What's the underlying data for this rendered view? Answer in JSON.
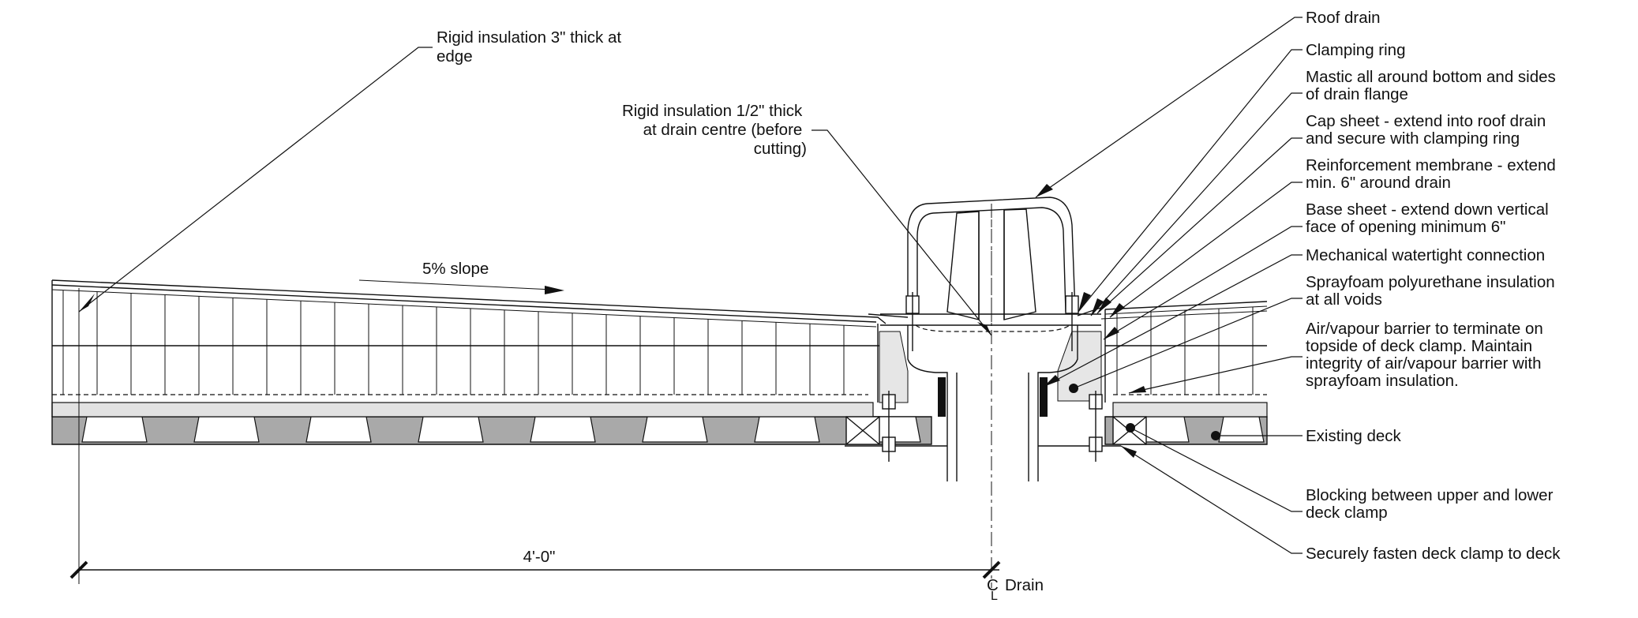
{
  "colors": {
    "ink": "#111111",
    "deck_fill": "#a9a9a9",
    "concrete_fill": "#e2e2e2",
    "foam_fill": "#e6e6e6",
    "background": "#ffffff"
  },
  "callouts_left": {
    "edge_insulation": [
      "Rigid insulation 3\" thick at",
      "edge"
    ],
    "centre_insulation": [
      "Rigid insulation 1/2\" thick",
      "at drain centre (before",
      "cutting)"
    ],
    "slope": "5% slope"
  },
  "callouts_right": [
    {
      "id": "roof-drain",
      "lines": [
        "Roof drain"
      ]
    },
    {
      "id": "clamping-ring",
      "lines": [
        "Clamping ring"
      ]
    },
    {
      "id": "mastic",
      "lines": [
        "Mastic all around bottom and sides",
        "of drain flange"
      ]
    },
    {
      "id": "cap-sheet",
      "lines": [
        "Cap sheet - extend into roof drain",
        "and secure with clamping ring"
      ]
    },
    {
      "id": "reinforcement-membrane",
      "lines": [
        "Reinforcement membrane - extend",
        "min. 6\" around drain"
      ]
    },
    {
      "id": "base-sheet",
      "lines": [
        "Base sheet - extend down vertical",
        "face of opening minimum 6\""
      ]
    },
    {
      "id": "mechanical-connection",
      "lines": [
        "Mechanical watertight connection"
      ]
    },
    {
      "id": "sprayfoam",
      "lines": [
        "Sprayfoam polyurethane insulation",
        "at all voids"
      ]
    },
    {
      "id": "air-vapour-barrier",
      "lines": [
        "Air/vapour barrier to terminate on",
        "topside of deck clamp. Maintain",
        "integrity of air/vapour barrier with",
        "sprayfoam insulation."
      ]
    },
    {
      "id": "existing-deck",
      "lines": [
        "Existing deck"
      ]
    },
    {
      "id": "blocking",
      "lines": [
        "Blocking between upper and lower",
        "deck clamp"
      ]
    },
    {
      "id": "deck-clamp",
      "lines": [
        "Securely fasten deck clamp to deck"
      ]
    }
  ],
  "dimension": {
    "value": "4'-0\"",
    "centreline_symbol_c": "C",
    "centreline_symbol_l": "L",
    "centreline_label": "Drain"
  }
}
